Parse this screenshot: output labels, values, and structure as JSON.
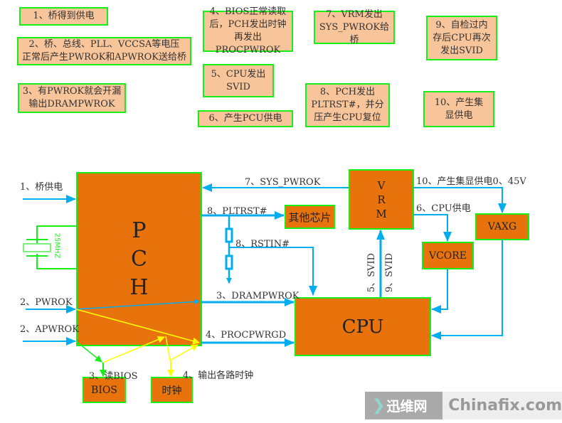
{
  "notes": [
    "1、桥得到供电",
    "2、桥、总线、PLL、VCCSA等电压\n正常后产生PWROK和APWROK送给桥",
    "3、有PWROK就会开漏\n输出DRAMPWROK",
    "4、BIOS正常读取\n后，PCH发出时钟\n再发出PROCPWROK",
    "5、CPU发出\nSVID",
    "6、产生PCU供电",
    "7、VRM发出\nSYS_PWROK给桥",
    "8、PCH发出\nPLTRST#，并分\n压产生CPU复位",
    "9、自检过内\n存后CPU再次\n发出SVID",
    "10、产生集\n显供电"
  ],
  "blocks": {
    "pch": [
      "P",
      "C",
      "H"
    ],
    "vrm": [
      "V",
      "R",
      "M"
    ],
    "cpu": "CPU",
    "other_chips": "其他芯片",
    "vcore": "VCORE",
    "vaxg": "VAXG",
    "bios": "BIOS",
    "clock": "时钟"
  },
  "signals": {
    "bridge_power": "1、桥供电",
    "pwrok": "2、PWROK",
    "apwrok": "2、APWROK",
    "crystal": "25MHZ",
    "sys_pwrok": "7、SYS_PWROK",
    "pltrst": "8、PLTRST#",
    "rstin": "8、RSTIN#",
    "drampwrok": "3、DRAMPWROK",
    "procpwrgd": "4、PROCPWRGD",
    "read_bios": "3、读BIOS",
    "output_clocks": "4、输出各路时钟",
    "svid5": "5、SVID",
    "svid9": "9、SVID",
    "igpu_power": "10、产生集显供电0、45V",
    "cpu_power": "6、CPU供电"
  },
  "watermark": {
    "cn": "迅维网",
    "en": "Chinafix.com"
  },
  "colors": {
    "block": "#e8720c",
    "note": "#f8c49a",
    "border": "#17f017",
    "signal": "#00aeef",
    "flow_yellow": "#ffff00",
    "flow_green": "#17f017"
  }
}
